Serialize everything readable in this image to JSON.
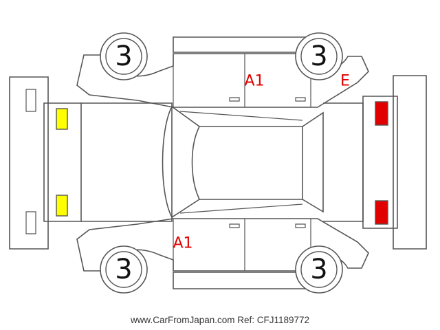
{
  "diagram": {
    "wheels": {
      "front_left": "3",
      "front_right": "3",
      "rear_left": "3",
      "rear_right": "3"
    },
    "damage_marks": {
      "front_door_top": "A1",
      "rear_quarter_top": "E",
      "front_door_bottom": "A1"
    },
    "colors": {
      "headlight": "#ffff00",
      "taillight": "#e00000",
      "mark_text": "#e00000",
      "outline": "#555555"
    },
    "watermark": "www.CarFromJapan.com Ref: CFJ1189772"
  }
}
